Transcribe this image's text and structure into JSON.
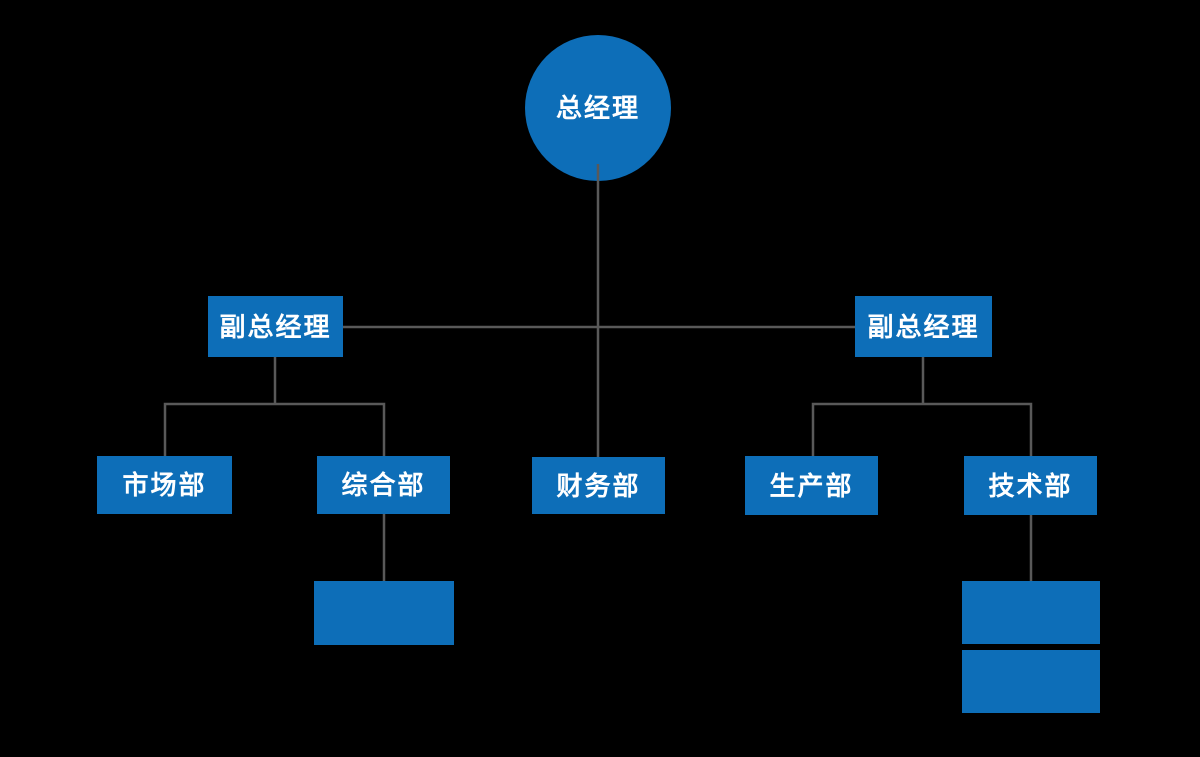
{
  "diagram": {
    "type": "org-chart",
    "colors": {
      "node_fill": "#0d6eb8",
      "connector": "#595959",
      "text": "#ffffff",
      "background": "#000000"
    },
    "nodes": {
      "root": {
        "label": "总经理",
        "shape": "circle"
      },
      "deputy_left": {
        "label": "副总经理",
        "shape": "rect"
      },
      "deputy_right": {
        "label": "副总经理",
        "shape": "rect"
      },
      "marketing": {
        "label": "市场部",
        "shape": "rect"
      },
      "general_affairs": {
        "label": "综合部",
        "shape": "rect"
      },
      "finance": {
        "label": "财务部",
        "shape": "rect"
      },
      "production": {
        "label": "生产部",
        "shape": "rect"
      },
      "technology": {
        "label": "技术部",
        "shape": "rect"
      },
      "sub_general": {
        "label": "",
        "shape": "rect"
      },
      "sub_tech_1": {
        "label": "",
        "shape": "rect"
      },
      "sub_tech_2": {
        "label": "",
        "shape": "rect"
      }
    },
    "edges": [
      {
        "from": "root",
        "to": "deputy_left"
      },
      {
        "from": "root",
        "to": "deputy_right"
      },
      {
        "from": "root",
        "to": "finance"
      },
      {
        "from": "deputy_left",
        "to": "marketing"
      },
      {
        "from": "deputy_left",
        "to": "general_affairs"
      },
      {
        "from": "deputy_right",
        "to": "production"
      },
      {
        "from": "deputy_right",
        "to": "technology"
      },
      {
        "from": "general_affairs",
        "to": "sub_general"
      },
      {
        "from": "technology",
        "to": "sub_tech_1"
      }
    ]
  }
}
